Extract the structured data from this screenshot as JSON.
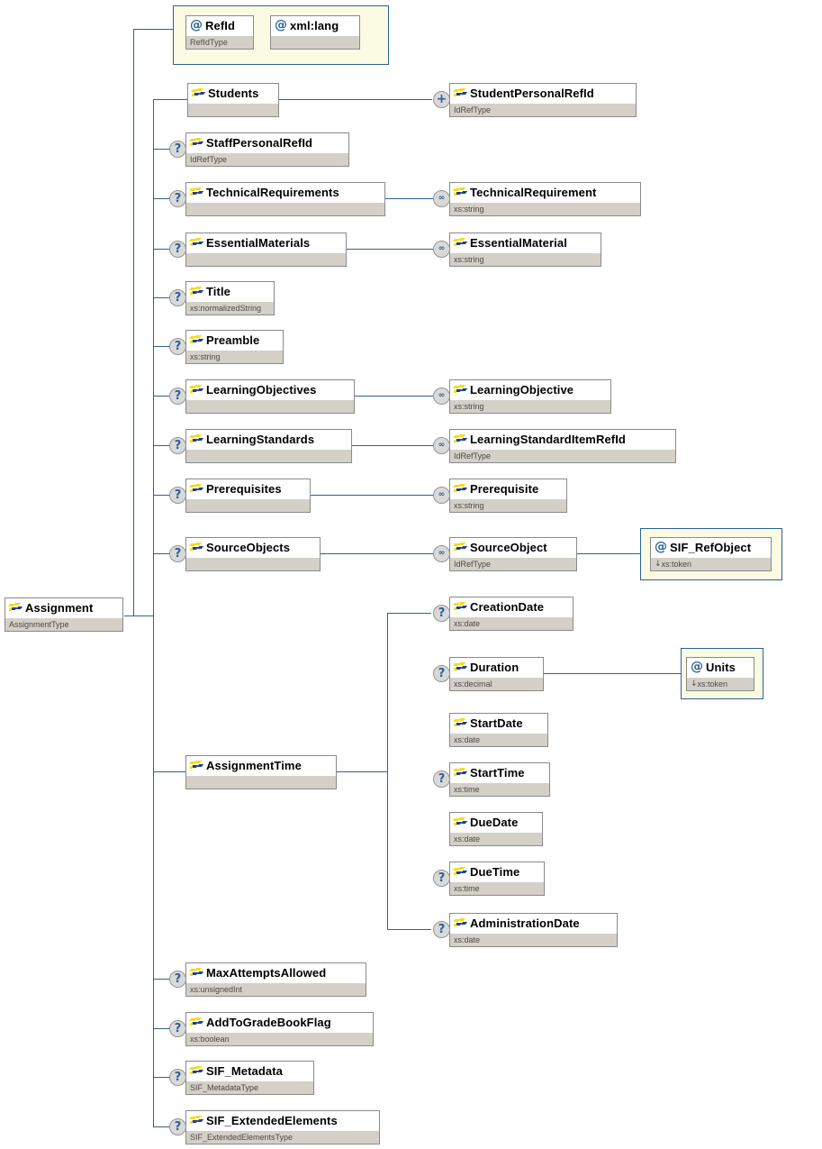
{
  "diagram": {
    "title": "Assignment XML Schema Element Diagram",
    "type": "xsd-tree",
    "root": "Assignment",
    "colors": {
      "connector": "#2e6193",
      "node_border": "#8a8a8a",
      "type_bar": "#d4d0c8",
      "attr_group_fill": "#fbfbe4",
      "attr_group_border": "#2e6193",
      "marker_fill": "#d9d9d9",
      "marker_text": "#2e6193",
      "icon_yellow": "#f5dd18",
      "icon_blue": "#1f3f8f"
    },
    "markers": {
      "optional": "?",
      "one_or_more": "+",
      "zero_or_more": "∞"
    },
    "root_node": {
      "name": "Assignment",
      "type": "AssignmentType",
      "icon": "element-icon",
      "marker": ""
    },
    "attribute_group": {
      "name": "root-attributes",
      "attributes": [
        {
          "name": "RefId",
          "type": "RefIdType",
          "icon": "at-icon",
          "restriction": ""
        },
        {
          "name": "xml:lang",
          "type": "",
          "icon": "at-icon",
          "restriction": ""
        }
      ]
    },
    "children": [
      {
        "name": "Students",
        "type": "",
        "marker": "",
        "icon": "element-icon"
      },
      {
        "name": "StaffPersonalRefId",
        "type": "IdRefType",
        "marker": "?",
        "icon": "element-icon"
      },
      {
        "name": "TechnicalRequirements",
        "type": "",
        "marker": "?",
        "icon": "element-icon"
      },
      {
        "name": "EssentialMaterials",
        "type": "",
        "marker": "?",
        "icon": "element-icon"
      },
      {
        "name": "Title",
        "type": "xs:normalizedString",
        "marker": "?",
        "icon": "element-icon"
      },
      {
        "name": "Preamble",
        "type": "xs:string",
        "marker": "?",
        "icon": "element-icon"
      },
      {
        "name": "LearningObjectives",
        "type": "",
        "marker": "?",
        "icon": "element-icon"
      },
      {
        "name": "LearningStandards",
        "type": "",
        "marker": "?",
        "icon": "element-icon"
      },
      {
        "name": "Prerequisites",
        "type": "",
        "marker": "?",
        "icon": "element-icon"
      },
      {
        "name": "SourceObjects",
        "type": "",
        "marker": "?",
        "icon": "element-icon"
      },
      {
        "name": "AssignmentTime",
        "type": "",
        "marker": "",
        "icon": "element-icon"
      },
      {
        "name": "MaxAttemptsAllowed",
        "type": "xs:unsignedInt",
        "marker": "?",
        "icon": "element-icon"
      },
      {
        "name": "AddToGradeBookFlag",
        "type": "xs:boolean",
        "marker": "?",
        "icon": "element-icon"
      },
      {
        "name": "SIF_Metadata",
        "type": "SIF_MetadataType",
        "marker": "?",
        "icon": "element-icon"
      },
      {
        "name": "SIF_ExtendedElements",
        "type": "SIF_ExtendedElementsType",
        "marker": "?",
        "icon": "element-icon"
      }
    ],
    "grandchildren": [
      {
        "name": "StudentPersonalRefId",
        "type": "IdRefType",
        "marker": "+",
        "icon": "element-icon"
      },
      {
        "name": "TechnicalRequirement",
        "type": "xs:string",
        "marker": "∞",
        "icon": "element-icon"
      },
      {
        "name": "EssentialMaterial",
        "type": "xs:string",
        "marker": "∞",
        "icon": "element-icon"
      },
      {
        "name": "LearningObjective",
        "type": "xs:string",
        "marker": "∞",
        "icon": "element-icon"
      },
      {
        "name": "LearningStandardItemRefId",
        "type": "IdRefType",
        "marker": "∞",
        "icon": "element-icon"
      },
      {
        "name": "Prerequisite",
        "type": "xs:string",
        "marker": "∞",
        "icon": "element-icon"
      },
      {
        "name": "SourceObject",
        "type": "IdRefType",
        "marker": "∞",
        "icon": "element-icon"
      }
    ],
    "assignment_time_children": [
      {
        "name": "CreationDate",
        "type": "xs:date",
        "marker": "?",
        "icon": "element-icon"
      },
      {
        "name": "Duration",
        "type": "xs:decimal",
        "marker": "?",
        "icon": "element-icon"
      },
      {
        "name": "StartDate",
        "type": "xs:date",
        "marker": "",
        "icon": "element-icon"
      },
      {
        "name": "StartTime",
        "type": "xs:time",
        "marker": "?",
        "icon": "element-icon"
      },
      {
        "name": "DueDate",
        "type": "xs:date",
        "marker": "",
        "icon": "element-icon"
      },
      {
        "name": "DueTime",
        "type": "xs:time",
        "marker": "?",
        "icon": "element-icon"
      },
      {
        "name": "AdministrationDate",
        "type": "xs:date",
        "marker": "?",
        "icon": "element-icon"
      }
    ],
    "leaf_attribute_groups": [
      {
        "group_name": "sourceobject-attributes",
        "attributes": [
          {
            "name": "SIF_RefObject",
            "type": "xs:token",
            "icon": "at-icon",
            "restriction": "↓"
          }
        ]
      },
      {
        "group_name": "duration-attributes",
        "attributes": [
          {
            "name": "Units",
            "type": "xs:token",
            "icon": "at-icon",
            "restriction": "↓"
          }
        ]
      }
    ]
  }
}
